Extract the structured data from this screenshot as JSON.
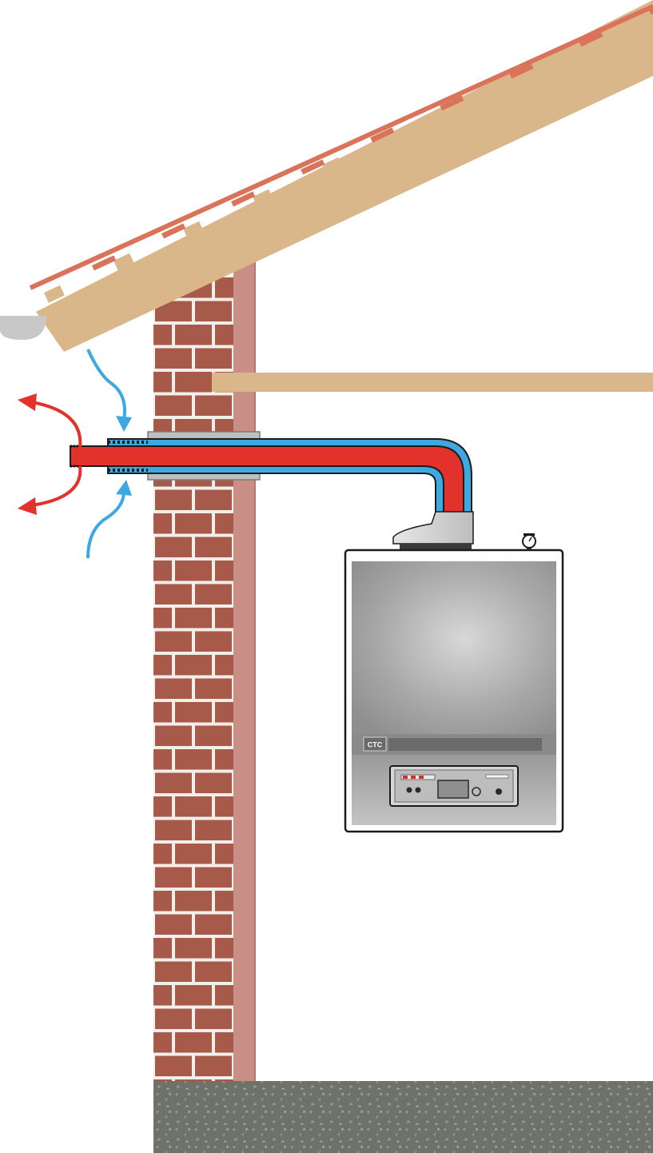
{
  "boiler": {
    "brand": "CTC"
  },
  "colors": {
    "roof_timber": "#D9B78A",
    "roof_tile": "#D9735A",
    "brick": "#A85A4A",
    "mortar": "#F2EEEA",
    "wall_cavity": "#C98E85",
    "gutter": "#C8C8C8",
    "beam": "#D9B78A",
    "flue_outer_blue": "#3DA9E0",
    "flue_inner_red": "#E3322B",
    "exhaust_arrow": "#E3322B",
    "intake_arrow": "#3DA9E0",
    "boiler_body": "#9A9A9A",
    "ground": "#6E7268",
    "ground_speckle": "#9A9C90"
  },
  "icons": {
    "exhaust": "curved-arrow-out",
    "intake": "curved-arrow-in",
    "gauge": "pressure-gauge-icon"
  }
}
